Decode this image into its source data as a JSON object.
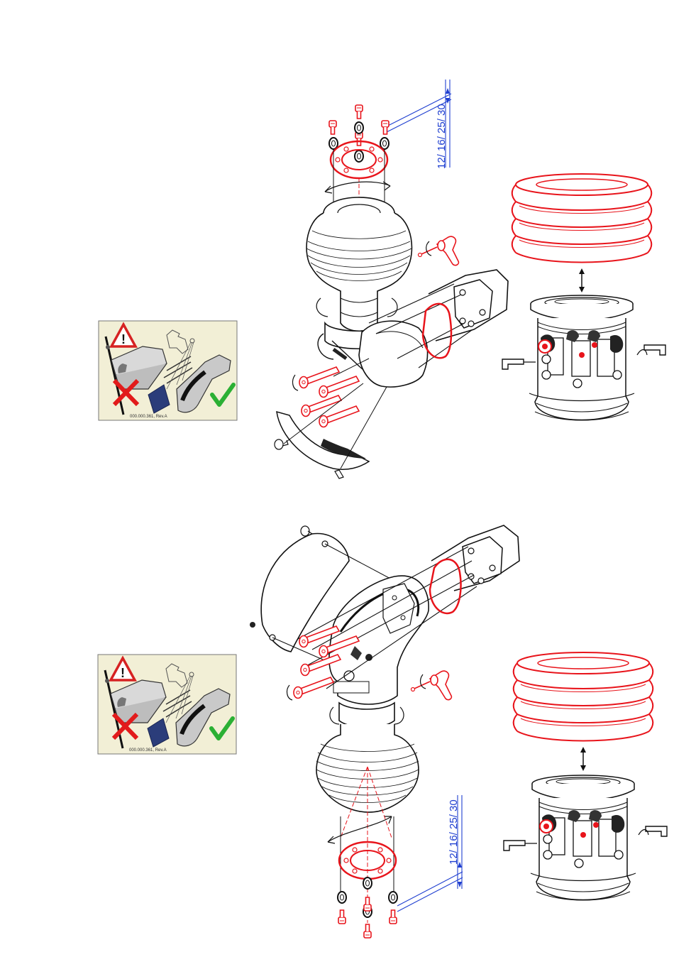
{
  "dimension_labels": {
    "top": "12/ 16/ 25/ 30",
    "bottom": "12/ 16/ 25/ 30"
  },
  "warning_cards": {
    "top": {
      "part_number": "000.000.361, Rev.A"
    },
    "bottom": {
      "part_number": "000.000.361, Rev.A"
    }
  },
  "colors": {
    "line": "#111111",
    "highlight": "#e8141b",
    "dimension": "#1f3fd0",
    "check": "#2bb034",
    "card_bg": "#f2efd6"
  }
}
